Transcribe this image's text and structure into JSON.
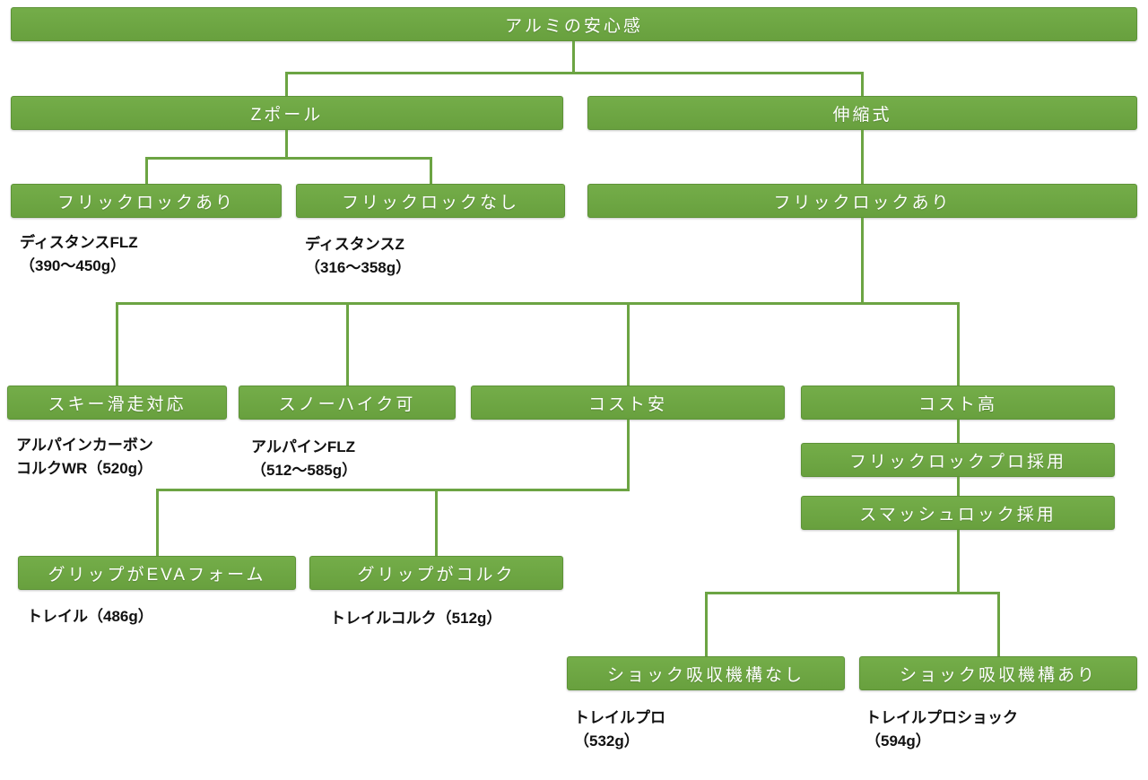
{
  "colors": {
    "bar_green": "#6ca443",
    "bar_border": "#5d9337",
    "connector_green": "#6ca443",
    "bar_text": "#ffffff",
    "label_text": "#111111",
    "background": "#ffffff"
  },
  "diagram": {
    "title_node": {
      "label": "アルミの安心感"
    },
    "z_pole": {
      "label": "Zポール"
    },
    "telescopic": {
      "label": "伸縮式"
    },
    "z_fliplock_yes": {
      "label": "フリックロックあり"
    },
    "z_fliplock_no": {
      "label": "フリックロックなし"
    },
    "tele_fliplock_yes": {
      "label": "フリックロックあり"
    },
    "ski": {
      "label": "スキー滑走対応"
    },
    "snowhike": {
      "label": "スノーハイク可"
    },
    "cost_low": {
      "label": "コスト安"
    },
    "cost_high": {
      "label": "コスト高"
    },
    "fliplock_pro": {
      "label": "フリックロックプロ採用"
    },
    "smashlock": {
      "label": "スマッシュロック採用"
    },
    "grip_eva": {
      "label": "グリップがEVAフォーム"
    },
    "grip_cork": {
      "label": "グリップがコルク"
    },
    "shock_no": {
      "label": "ショック吸収機構なし"
    },
    "shock_yes": {
      "label": "ショック吸収機構あり"
    },
    "products": {
      "distance_flz": {
        "line1": "ディスタンスFLZ",
        "line2": "（390〜450g）"
      },
      "distance_z": {
        "line1": "ディスタンスZ",
        "line2": "（316〜358g）"
      },
      "alpine_carbon_cork": {
        "line1": "アルパインカーボン",
        "line2": "コルクWR（520g）"
      },
      "alpine_flz": {
        "line1": "アルパインFLZ",
        "line2": "（512〜585g）"
      },
      "trail": {
        "line1": "トレイル（486g）"
      },
      "trail_cork": {
        "line1": "トレイルコルク（512g）"
      },
      "trail_pro": {
        "line1": "トレイルプロ",
        "line2": "（532g）"
      },
      "trail_pro_shock": {
        "line1": "トレイルプロショック",
        "line2": "（594g）"
      }
    }
  }
}
